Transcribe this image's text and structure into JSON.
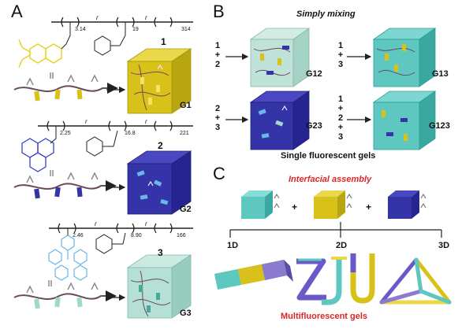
{
  "panels": {
    "a": "A",
    "b": "B",
    "c": "C"
  },
  "panel_a": {
    "polymer1": {
      "sub_left": "3.14",
      "sub_mid": "19",
      "sub_right": "314",
      "r": "r",
      "number": "1",
      "gel": "G1",
      "color": "#d8c21a"
    },
    "polymer2": {
      "sub_left": "2.25",
      "sub_mid": "16.8",
      "sub_right": "221",
      "r": "r",
      "number": "2",
      "gel": "G2",
      "color": "#3533a8"
    },
    "polymer3": {
      "sub_left": "2.46",
      "sub_mid": "8.90",
      "sub_right": "166",
      "r": "r",
      "number": "3",
      "gel": "G3",
      "color": "#9fd8cc"
    }
  },
  "panel_b": {
    "header": "Simply mixing",
    "mixes": [
      {
        "lines": [
          "1",
          "+",
          "2"
        ],
        "gel": "G12"
      },
      {
        "lines": [
          "1",
          "+",
          "3"
        ],
        "gel": "G13"
      },
      {
        "lines": [
          "2",
          "+",
          "3"
        ],
        "gel": "G23"
      },
      {
        "lines": [
          "1",
          "+",
          "2",
          "+",
          "3"
        ],
        "gel": "G123"
      }
    ],
    "footer": "Single fluorescent gels"
  },
  "panel_c": {
    "header": "Interfacial assembly",
    "plus": "+",
    "dims": [
      "1D",
      "2D",
      "3D"
    ],
    "zju": "ZJU",
    "footer": "Multifluorescent gels"
  },
  "colors": {
    "yellow": "#d8c21a",
    "blue": "#3533a8",
    "teal": "#5ec8c0",
    "pale_teal": "#bfe3d9",
    "red_text": "#e02424"
  }
}
